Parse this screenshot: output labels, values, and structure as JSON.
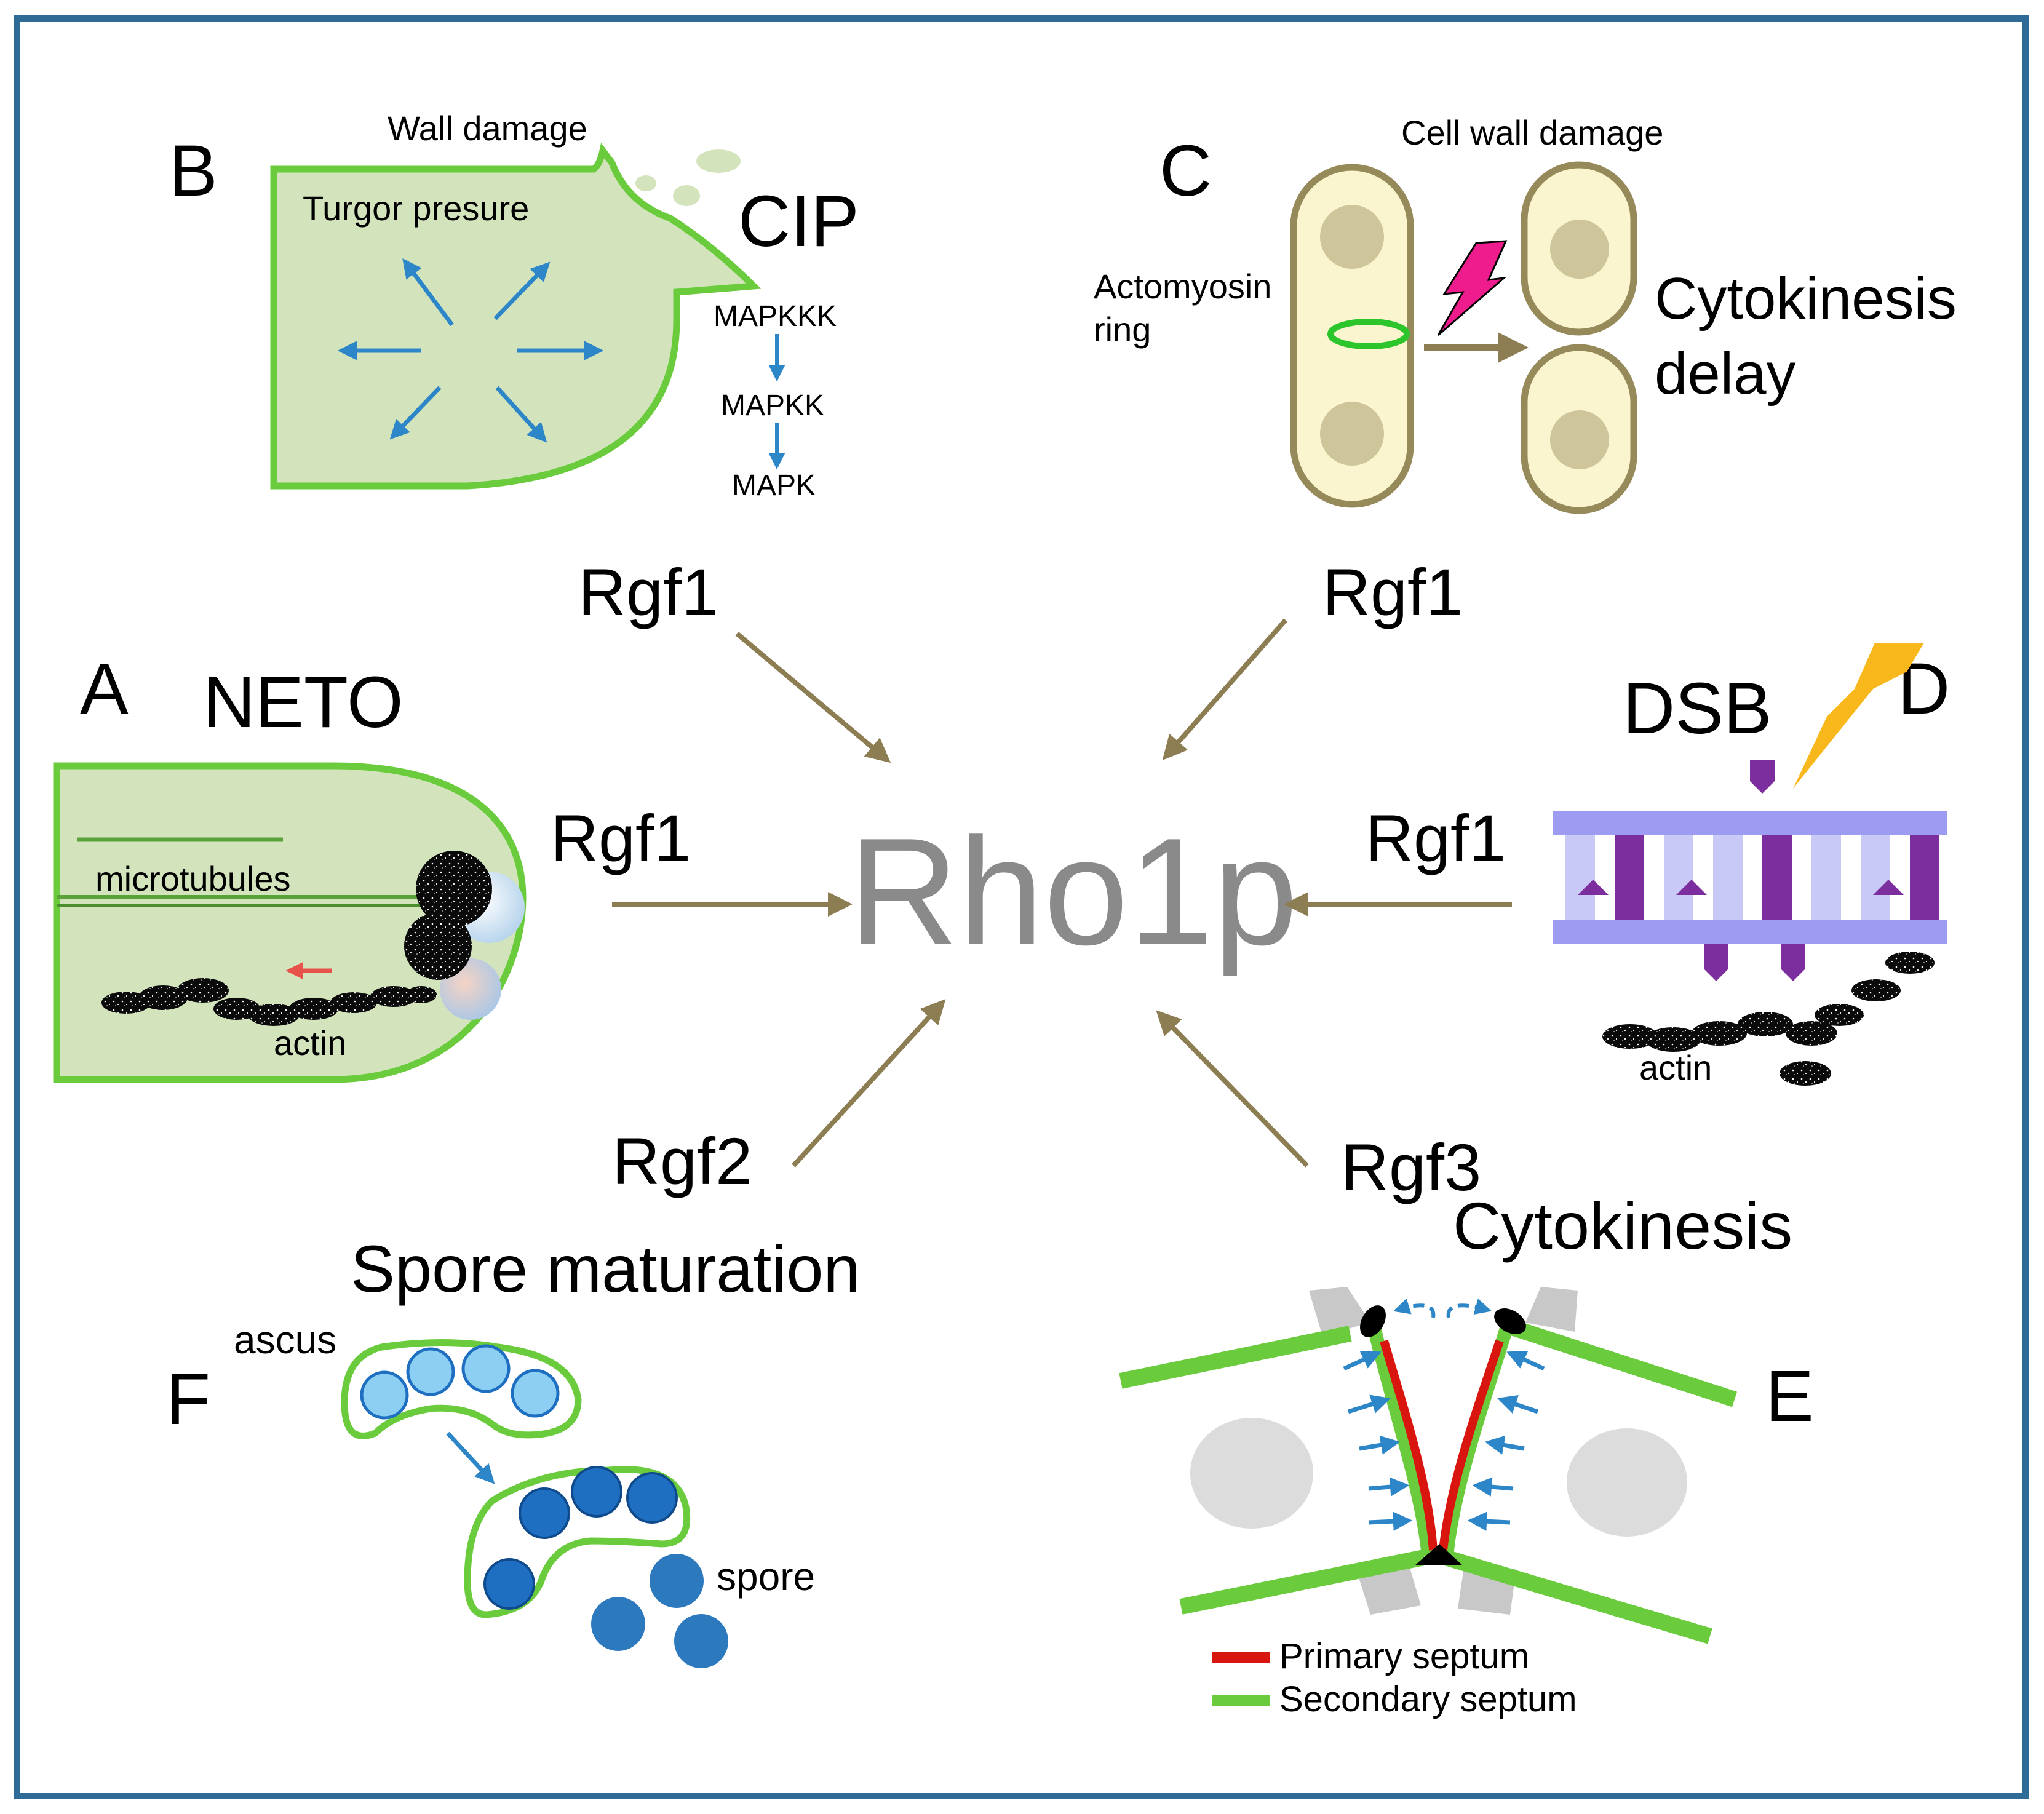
{
  "center": {
    "label": "Rho1p"
  },
  "gefs": {
    "top_left": "Rgf1",
    "top_right": "Rgf1",
    "mid_left": "Rgf1",
    "mid_right": "Rgf1",
    "bottom_left": "Rgf2",
    "bottom_right": "Rgf3"
  },
  "panel_a": {
    "letter": "A",
    "title": "NETO",
    "microtubules_label": "microtubules",
    "actin_label": "actin"
  },
  "panel_b": {
    "letter": "B",
    "wall_damage_label": "Wall damage",
    "turgor_label": "Turgor presure",
    "title": "CIP",
    "cascade": [
      "MAPKKK",
      "MAPKK",
      "MAPK"
    ]
  },
  "panel_c": {
    "letter": "C",
    "cell_wall_damage_label": "Cell wall damage",
    "ring_label_line1": "Actomyosin",
    "ring_label_line2": "ring",
    "title_line1": "Cytokinesis",
    "title_line2": "delay"
  },
  "panel_d": {
    "letter": "D",
    "title": "DSB",
    "actin_label": "actin"
  },
  "panel_e": {
    "letter": "E",
    "title": "Cytokinesis",
    "legend": [
      {
        "label": "Primary septum",
        "color": "#d9150f"
      },
      {
        "label": "Secondary septum",
        "color": "#6acc3c"
      }
    ]
  },
  "panel_f": {
    "letter": "F",
    "title": "Spore maturation",
    "ascus_label": "ascus",
    "spore_label": "spore"
  },
  "colors": {
    "frame": "#2e6b97",
    "pathway_arrow": "#8c7d52",
    "cell_green_fill": "#d3e4bd",
    "cell_green_edge": "#6acc3c",
    "blue_arrow": "#2d86c7",
    "yeast_fill": "#faf5cf",
    "yeast_edge": "#978a5a",
    "lightning_pink": "#ee1c8c",
    "lightning_yellow": "#f8b81c",
    "dna_purple": "#7d2e9e",
    "dna_lavender": "#9d9cf2",
    "spore_dark": "#1e6fc2",
    "spore_light": "#8ccff2",
    "primary_septum": "#d9150f",
    "secondary_septum": "#6acc3c",
    "center_text": "#8a8a8a"
  }
}
